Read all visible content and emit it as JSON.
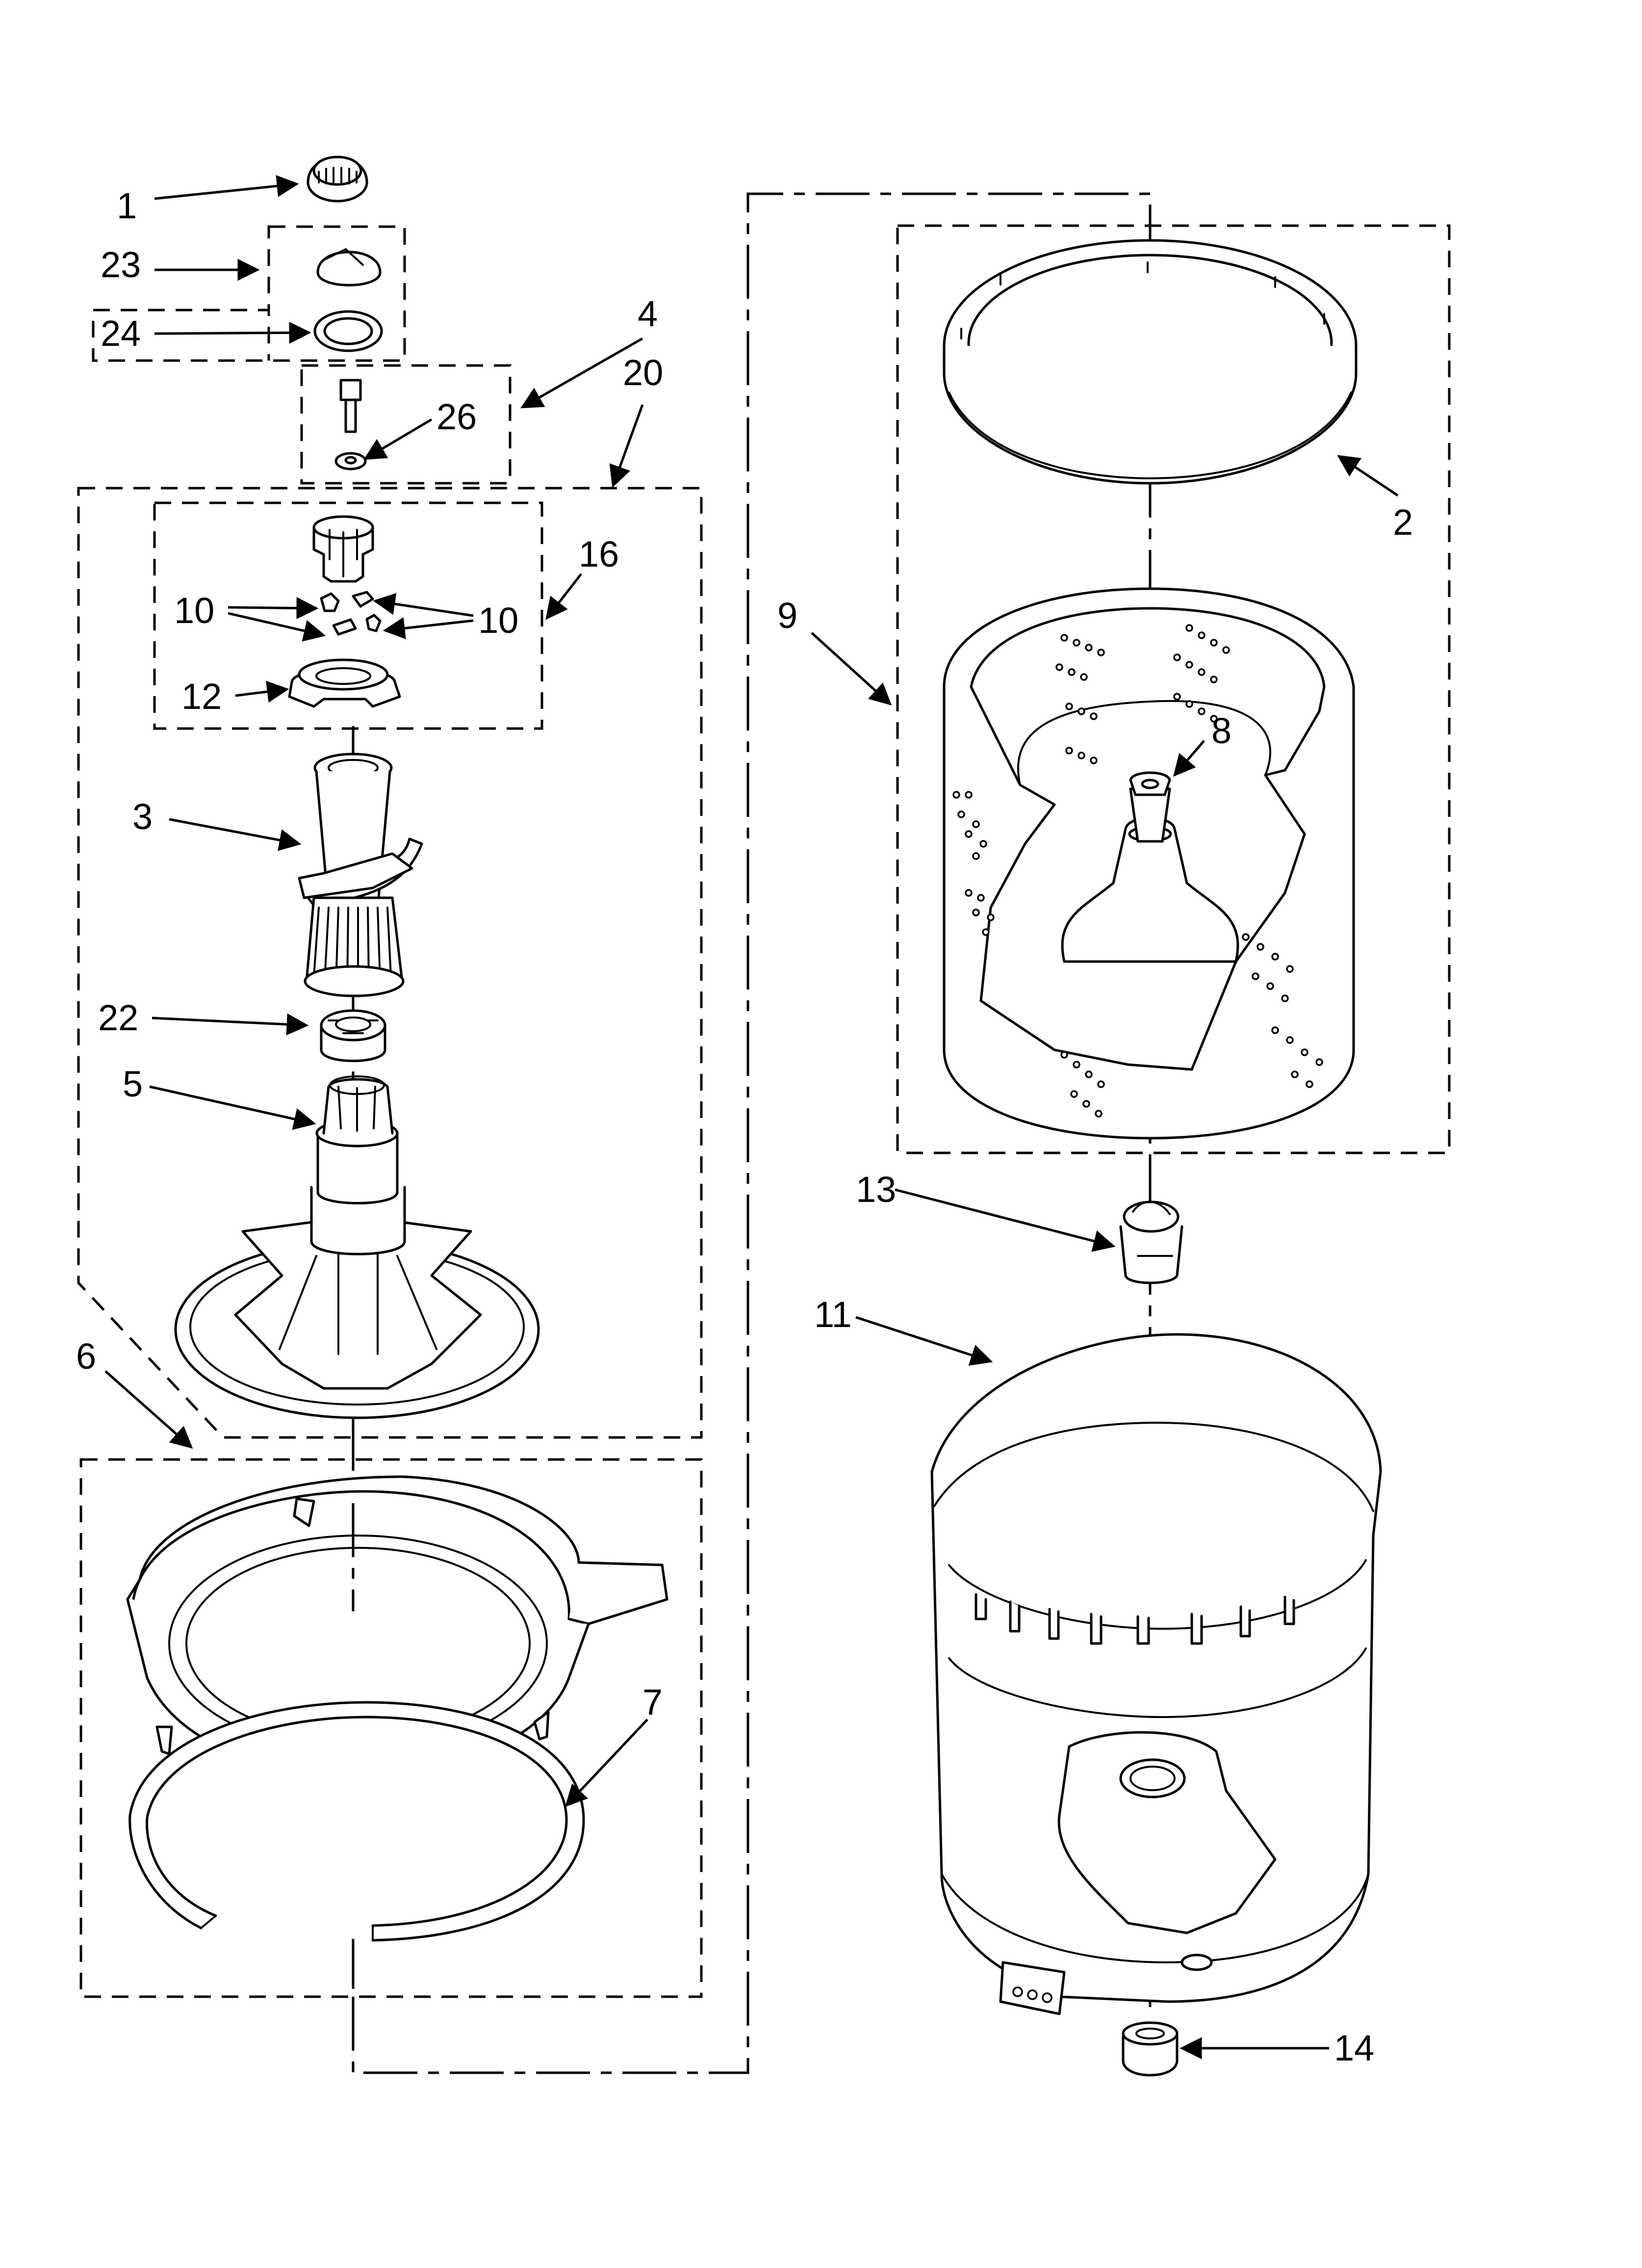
{
  "labels": {
    "p1": "1",
    "p2": "2",
    "p3": "3",
    "p4": "4",
    "p5": "5",
    "p6": "6",
    "p7": "7",
    "p8": "8",
    "p9": "9",
    "p10a": "10",
    "p10b": "10",
    "p11": "11",
    "p12": "12",
    "p13": "13",
    "p14": "14",
    "p16": "16",
    "p20": "20",
    "p22": "22",
    "p23": "23",
    "p24": "24",
    "p26": "26"
  }
}
